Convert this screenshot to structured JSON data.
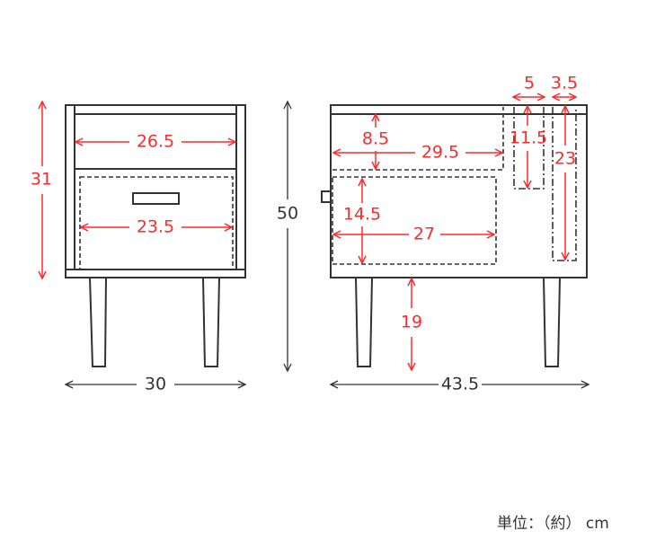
{
  "front_view": {
    "inner_top_width": "26.5",
    "drawer_width": "23.5",
    "height": "31",
    "width": "30"
  },
  "side_view": {
    "total_height": "50",
    "top_space_height": "8.5",
    "top_space_width": "29.5",
    "drawer_height": "14.5",
    "drawer_width": "27",
    "slot1_width": "5",
    "slot1_height": "11.5",
    "slot2_width": "3.5",
    "slot2_height": "23",
    "leg_height": "19",
    "depth": "43.5"
  },
  "colors": {
    "dimension": "#ff2a2a",
    "outline": "#333333"
  },
  "units_label": "単位：（約） cm"
}
